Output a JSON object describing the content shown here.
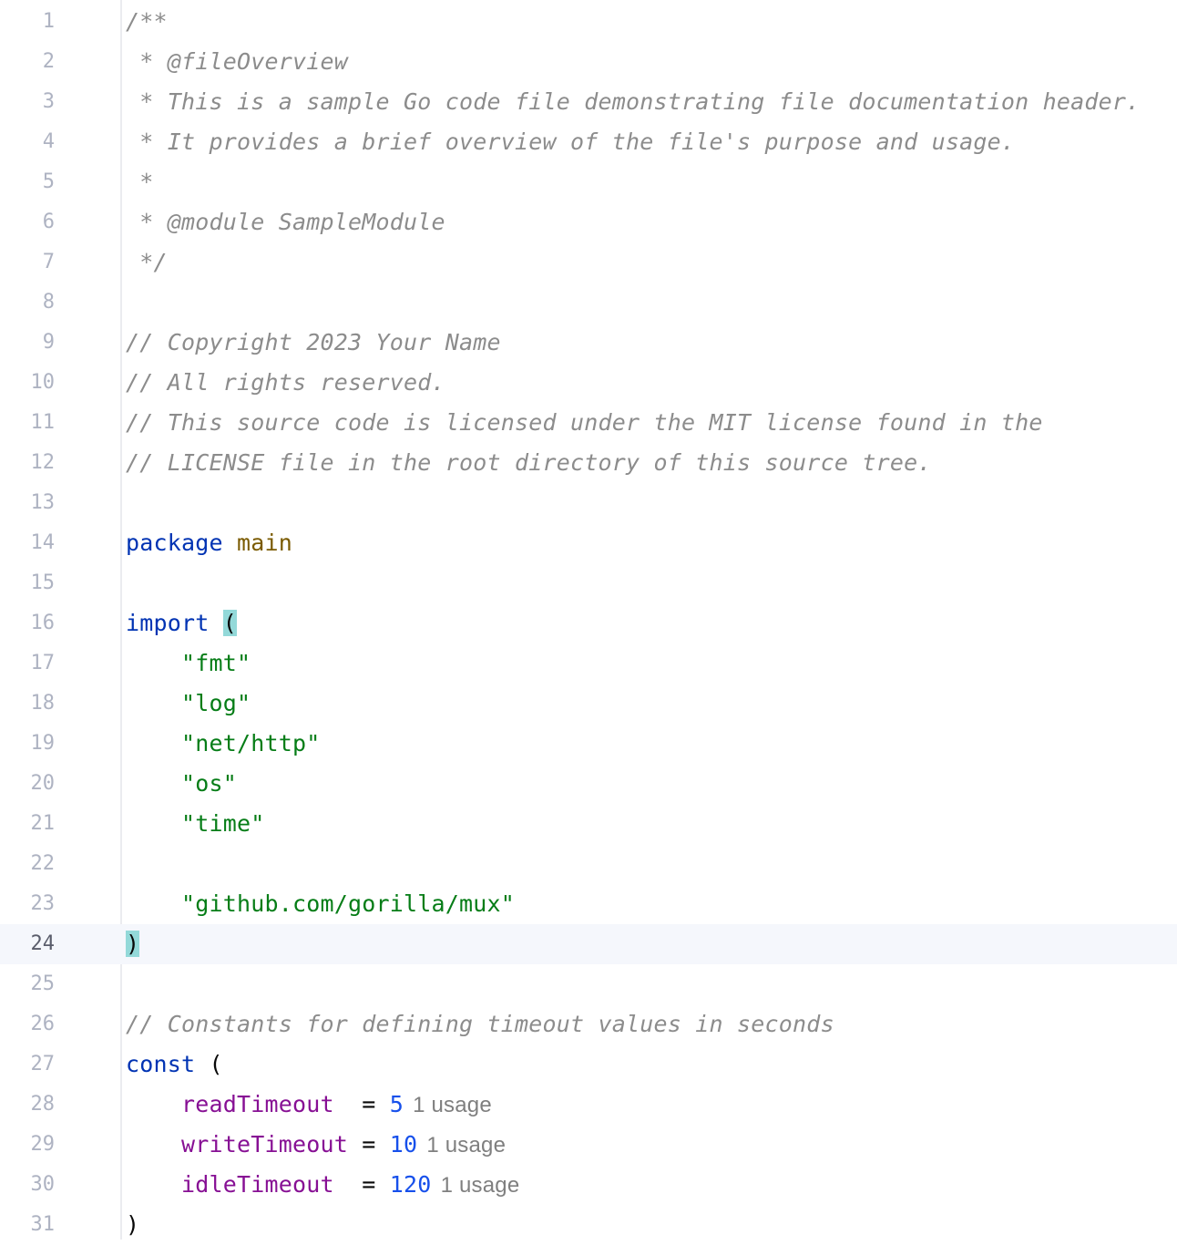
{
  "editor": {
    "current_line": 24,
    "lines": [
      {
        "n": "1",
        "parts": [
          {
            "t": "/**",
            "c": "cm"
          }
        ]
      },
      {
        "n": "2",
        "parts": [
          {
            "t": " * @fileOverview",
            "c": "cm"
          }
        ]
      },
      {
        "n": "3",
        "parts": [
          {
            "t": " * This is a sample Go code file demonstrating file documentation header.",
            "c": "cm"
          }
        ]
      },
      {
        "n": "4",
        "parts": [
          {
            "t": " * It provides a brief overview of the file's purpose and usage.",
            "c": "cm"
          }
        ]
      },
      {
        "n": "5",
        "parts": [
          {
            "t": " *",
            "c": "cm"
          }
        ]
      },
      {
        "n": "6",
        "parts": [
          {
            "t": " * @module SampleModule",
            "c": "cm"
          }
        ]
      },
      {
        "n": "7",
        "parts": [
          {
            "t": " */",
            "c": "cm"
          }
        ]
      },
      {
        "n": "8",
        "parts": []
      },
      {
        "n": "9",
        "parts": [
          {
            "t": "// Copyright 2023 Your Name",
            "c": "cm"
          }
        ]
      },
      {
        "n": "10",
        "parts": [
          {
            "t": "// All rights reserved.",
            "c": "cm"
          }
        ]
      },
      {
        "n": "11",
        "parts": [
          {
            "t": "// This source code is licensed under the MIT license found in the",
            "c": "cm"
          }
        ]
      },
      {
        "n": "12",
        "parts": [
          {
            "t": "// LICENSE file in the root directory of this source tree.",
            "c": "cm"
          }
        ]
      },
      {
        "n": "13",
        "parts": []
      },
      {
        "n": "14",
        "parts": [
          {
            "t": "package",
            "c": "kw"
          },
          {
            "t": " ",
            "c": ""
          },
          {
            "t": "main",
            "c": "pkg"
          }
        ]
      },
      {
        "n": "15",
        "parts": []
      },
      {
        "n": "16",
        "parts": [
          {
            "t": "import",
            "c": "kw"
          },
          {
            "t": " ",
            "c": ""
          },
          {
            "t": "(",
            "c": "brace-hl"
          }
        ]
      },
      {
        "n": "17",
        "parts": [
          {
            "t": "    ",
            "c": ""
          },
          {
            "t": "\"fmt\"",
            "c": "str"
          }
        ]
      },
      {
        "n": "18",
        "parts": [
          {
            "t": "    ",
            "c": ""
          },
          {
            "t": "\"log\"",
            "c": "str"
          }
        ]
      },
      {
        "n": "19",
        "parts": [
          {
            "t": "    ",
            "c": ""
          },
          {
            "t": "\"net/http\"",
            "c": "str"
          }
        ]
      },
      {
        "n": "20",
        "parts": [
          {
            "t": "    ",
            "c": ""
          },
          {
            "t": "\"os\"",
            "c": "str"
          }
        ]
      },
      {
        "n": "21",
        "parts": [
          {
            "t": "    ",
            "c": ""
          },
          {
            "t": "\"time\"",
            "c": "str"
          }
        ]
      },
      {
        "n": "22",
        "parts": []
      },
      {
        "n": "23",
        "parts": [
          {
            "t": "    ",
            "c": ""
          },
          {
            "t": "\"github.com/gorilla/mux\"",
            "c": "str"
          }
        ]
      },
      {
        "n": "24",
        "parts": [
          {
            "t": ")",
            "c": "brace-hl"
          }
        ]
      },
      {
        "n": "25",
        "parts": []
      },
      {
        "n": "26",
        "parts": [
          {
            "t": "// Constants for defining timeout values in seconds",
            "c": "cm"
          }
        ]
      },
      {
        "n": "27",
        "parts": [
          {
            "t": "const",
            "c": "kw"
          },
          {
            "t": " (",
            "c": ""
          }
        ]
      },
      {
        "n": "28",
        "parts": [
          {
            "t": "    ",
            "c": ""
          },
          {
            "t": "readTimeout",
            "c": "cst"
          },
          {
            "t": "  = ",
            "c": ""
          },
          {
            "t": "5",
            "c": "num"
          },
          {
            "t": "1 usage",
            "c": "hint"
          }
        ]
      },
      {
        "n": "29",
        "parts": [
          {
            "t": "    ",
            "c": ""
          },
          {
            "t": "writeTimeout",
            "c": "cst"
          },
          {
            "t": " = ",
            "c": ""
          },
          {
            "t": "10",
            "c": "num"
          },
          {
            "t": "1 usage",
            "c": "hint"
          }
        ]
      },
      {
        "n": "30",
        "parts": [
          {
            "t": "    ",
            "c": ""
          },
          {
            "t": "idleTimeout",
            "c": "cst"
          },
          {
            "t": "  = ",
            "c": ""
          },
          {
            "t": "120",
            "c": "num"
          },
          {
            "t": "1 usage",
            "c": "hint"
          }
        ]
      },
      {
        "n": "31",
        "parts": [
          {
            "t": ")",
            "c": ""
          }
        ]
      }
    ]
  }
}
